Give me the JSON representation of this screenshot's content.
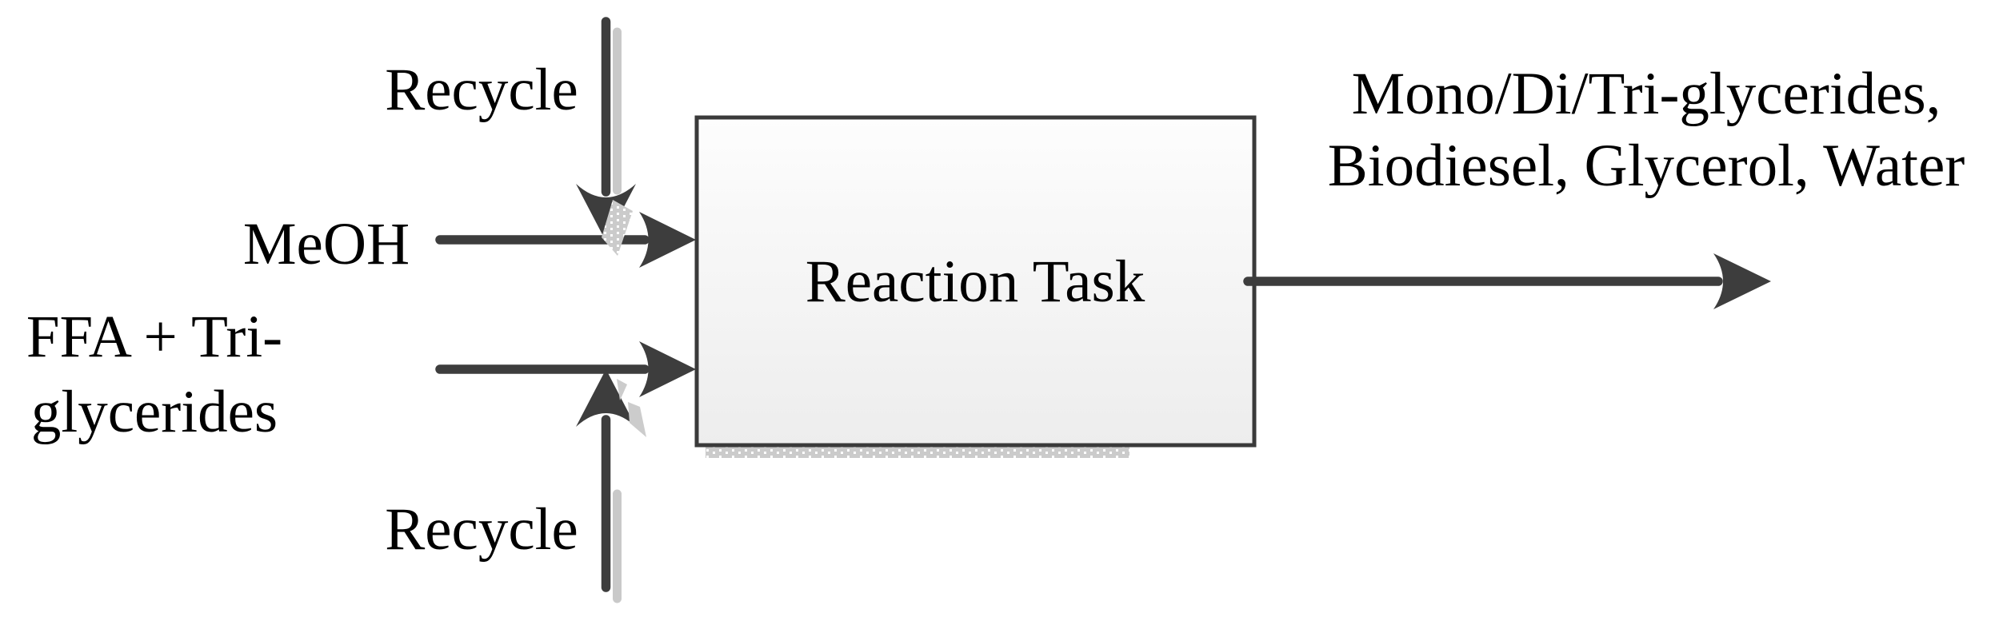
{
  "diagram": {
    "type": "process-flow-block-diagram",
    "process_box": {
      "label": "Reaction Task"
    },
    "inputs": {
      "recycle_top_label": "Recycle",
      "meoh_label": "MeOH",
      "feed_label_line1": "FFA + Tri-",
      "feed_label_line2": "glycerides",
      "recycle_bottom_label": "Recycle"
    },
    "output": {
      "label_line1": "Mono/Di/Tri-glycerides,",
      "label_line2": "Biodiesel, Glycerol, Water"
    },
    "colors": {
      "arrow_dark": "#3d3d3d",
      "shadow_gray": "#c9c9c9",
      "box_border": "#3a3a3a",
      "box_fill_top": "#fdfdfd",
      "box_fill_bottom": "#eeeeee",
      "text": "#000000",
      "background": "#ffffff"
    }
  }
}
